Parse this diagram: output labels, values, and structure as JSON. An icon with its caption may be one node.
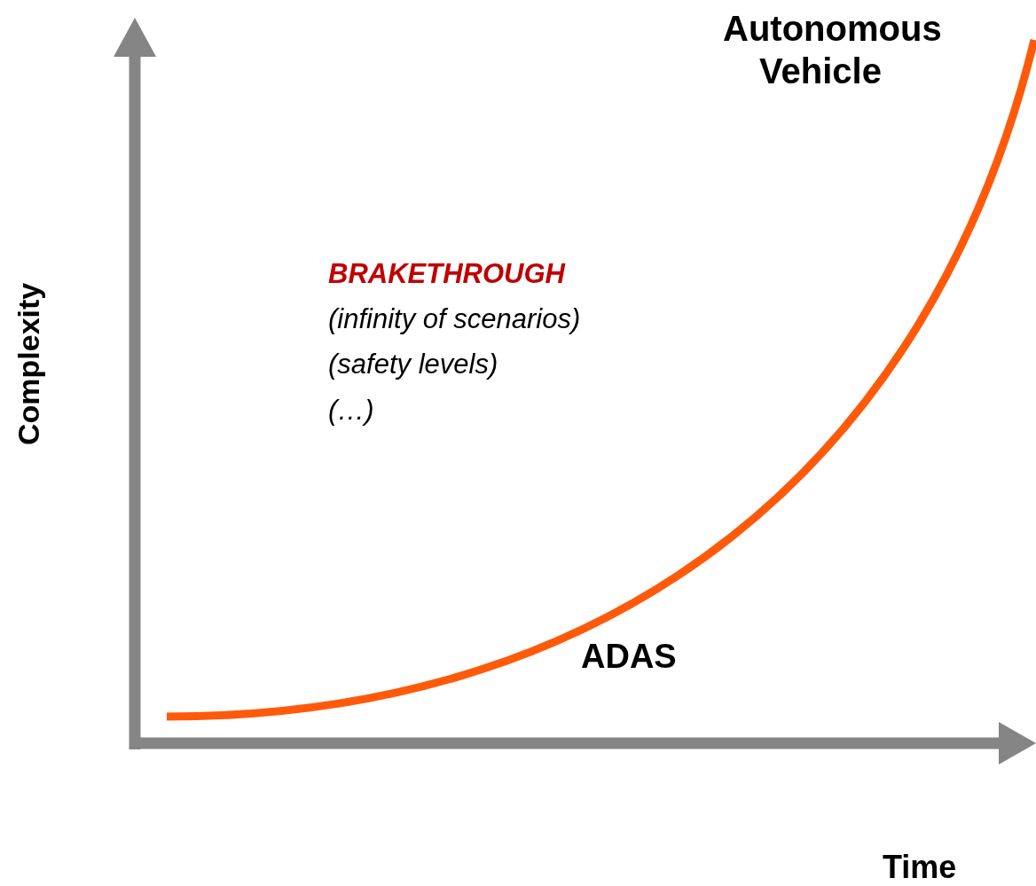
{
  "diagram": {
    "labels": [
      "Autonomous Vehicle",
      "Complexity",
      "BRAKETHROUGH",
      "(infinity of scenarios)",
      "(safety levels)",
      "(…)",
      "ADAS",
      "Time"
    ]
  }
}
